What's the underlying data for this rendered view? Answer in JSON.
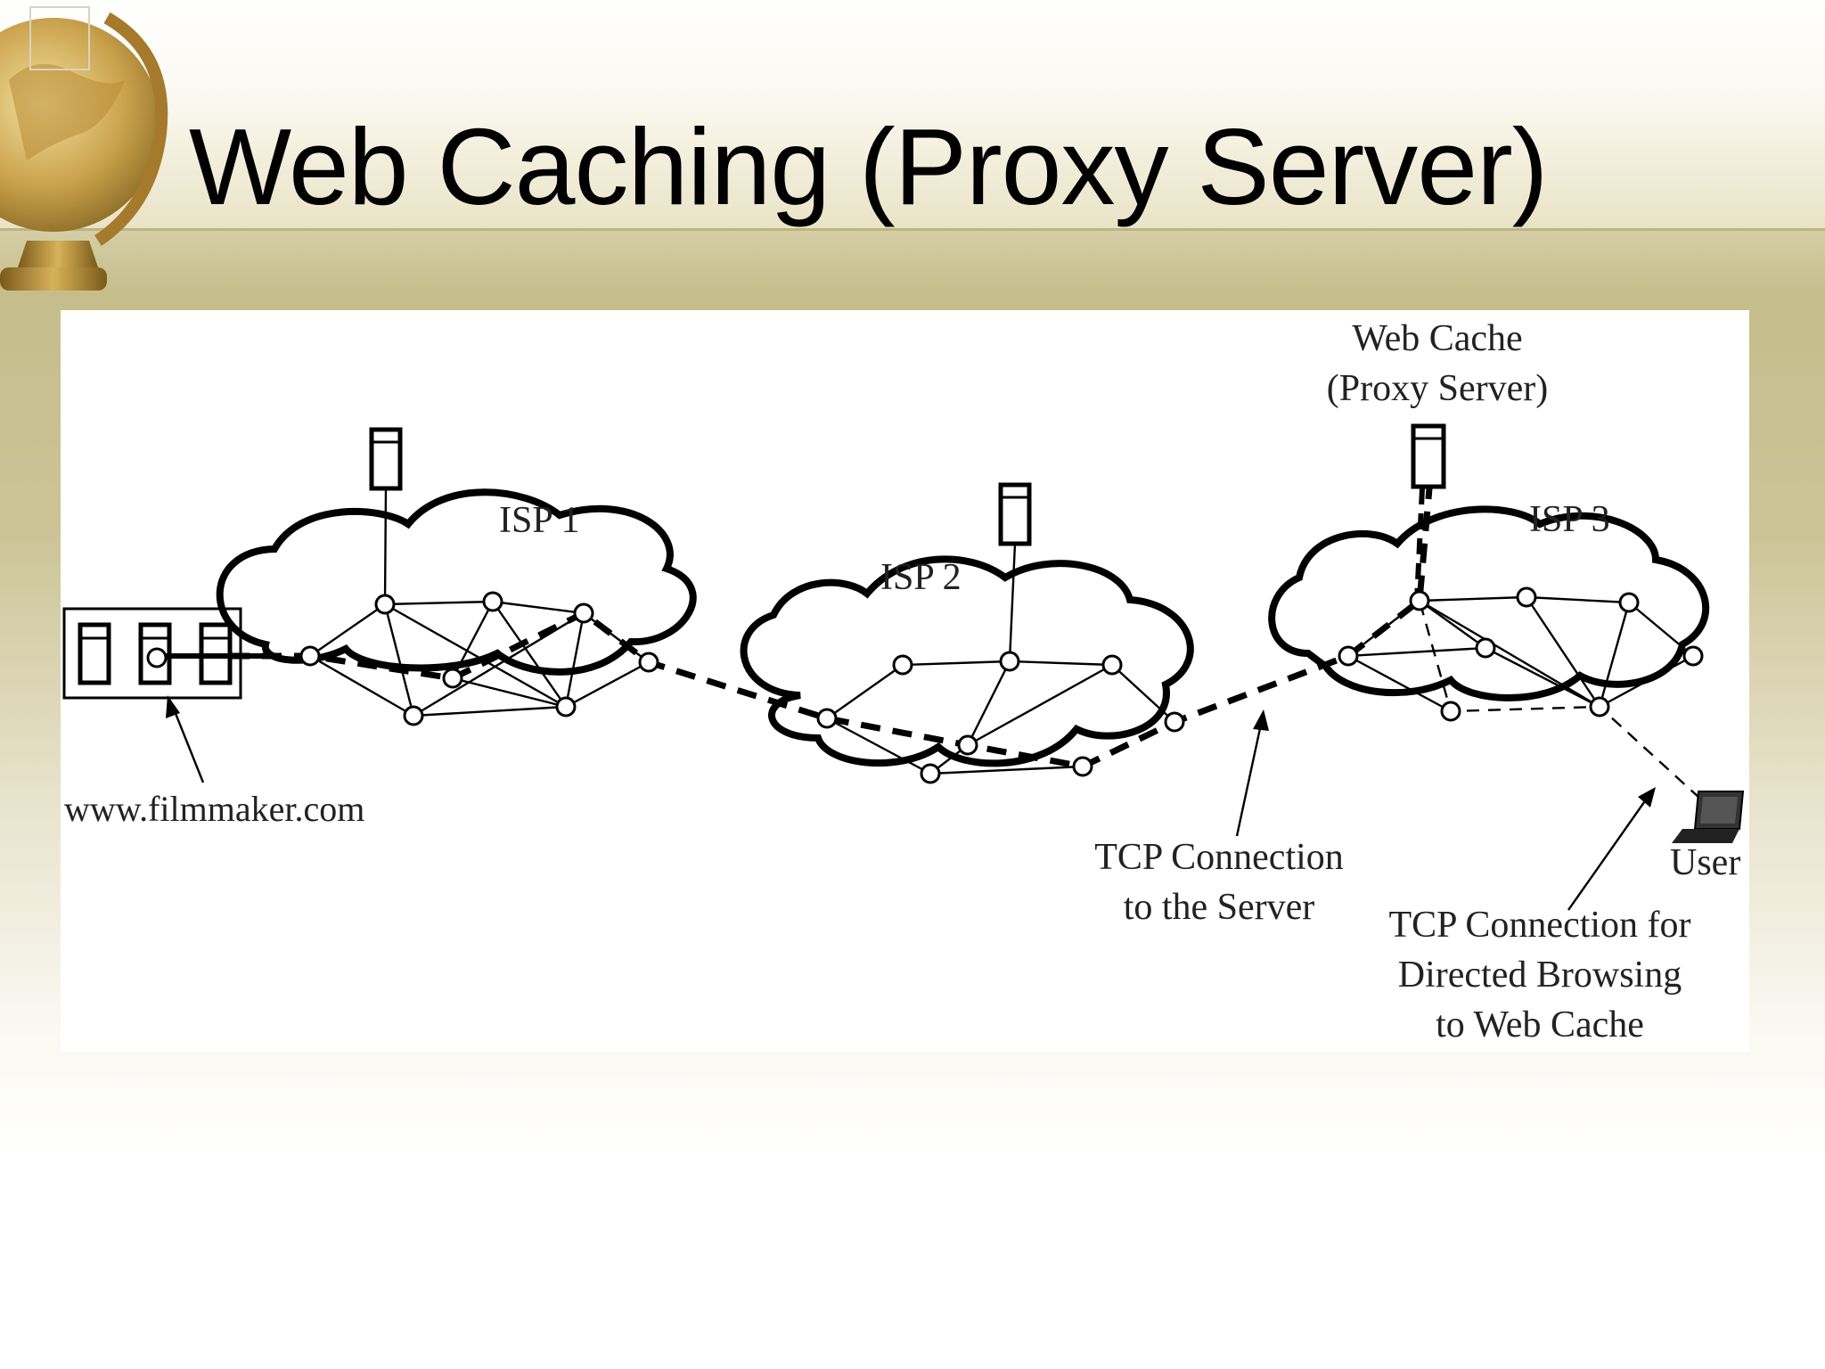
{
  "slide": {
    "title": "Web Caching (Proxy Server)"
  },
  "diagram": {
    "labels": {
      "isp1": "ISP 1",
      "isp2": "ISP 2",
      "isp3": "ISP 3",
      "web_cache_line1": "Web Cache",
      "web_cache_line2": "(Proxy Server)",
      "server_site": "www.filmmaker.com",
      "tcp_server_line1": "TCP Connection",
      "tcp_server_line2": "to the Server",
      "user": "User",
      "tcp_cache_line1": "TCP Connection for",
      "tcp_cache_line2": "Directed Browsing",
      "tcp_cache_line3": "to Web Cache"
    }
  },
  "colors": {
    "ink": "#000000",
    "title_band_rule": "#bdb384",
    "background_olive": "#c6bd8c"
  },
  "icons": [
    "globe-icon",
    "server-icon",
    "laptop-icon"
  ]
}
